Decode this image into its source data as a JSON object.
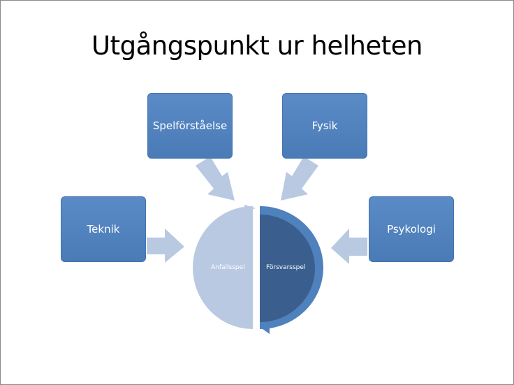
{
  "title": "Utgångspunkt ur helheten",
  "boxes": {
    "teknik": "Teknik",
    "spelforstaelse": "Spelförståelse",
    "fysik": "Fysik",
    "psykologi": "Psykologi"
  },
  "circle": {
    "left": "Anfallsspel",
    "right": "Försvarsspel"
  },
  "colors": {
    "box": "#4F81BD",
    "arrow": "#B9C9E2",
    "dark": "#3A5F8F",
    "light": "#B9C9E2"
  }
}
